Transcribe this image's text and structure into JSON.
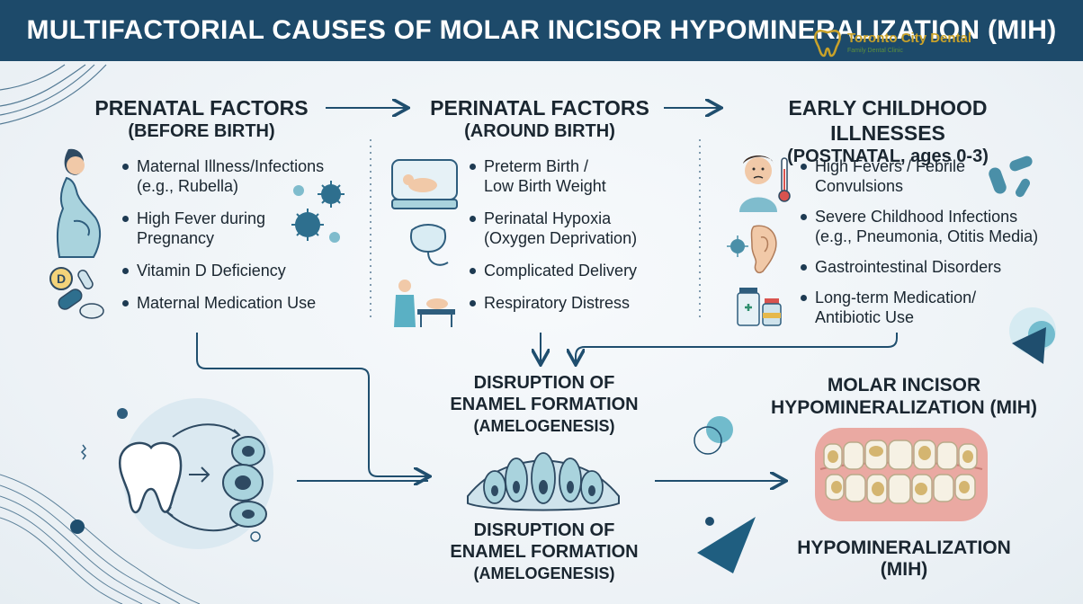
{
  "title": "MULTIFACTORIAL CAUSES OF MOLAR INCISOR HYPOMINERALIZATION (MIH)",
  "watermark": {
    "name": "Toronto City Dental",
    "tagline": "Family Dental Clinic"
  },
  "columns": [
    {
      "heading": "PRENATAL FACTORS",
      "subheading": "(BEFORE BIRTH)",
      "items": [
        [
          "Maternal Illness/Infections",
          "(e.g., Rubella)"
        ],
        [
          "High Fever during",
          "Pregnancy"
        ],
        [
          "Vitamin D Deficiency",
          ""
        ],
        [
          "Maternal Medication Use",
          ""
        ]
      ]
    },
    {
      "heading": "PERINATAL FACTORS",
      "subheading": "(AROUND BIRTH)",
      "items": [
        [
          "Preterm Birth /",
          "Low Birth Weight"
        ],
        [
          "Perinatal Hypoxia",
          "(Oxygen Deprivation)"
        ],
        [
          "Complicated Delivery",
          ""
        ],
        [
          "Respiratory Distress",
          ""
        ]
      ]
    },
    {
      "heading": "EARLY CHILDHOOD ILLNESSES",
      "subheading": "(POSTNATAL, ages 0-3)",
      "items": [
        [
          "High Fevers / Febrile",
          "Convulsions"
        ],
        [
          "Severe Childhood Infections",
          "(e.g., Pneumonia, Otitis Media)"
        ],
        [
          "Gastrointestinal Disorders",
          ""
        ],
        [
          "Long-term Medication/",
          "Antibiotic Use"
        ]
      ]
    }
  ],
  "vitamin_label": "D",
  "center": {
    "top_lines": [
      "DISRUPTION OF",
      "ENAMEL FORMATION",
      "(AMELOGENESIS)"
    ],
    "bottom_lines": [
      "DISRUPTION OF",
      "ENAMEL FORMATION",
      "(AMELOGENESIS)"
    ]
  },
  "result": {
    "top_lines": [
      "MOLAR INCISOR",
      "HYPOMINERALIZATION (MIH)"
    ],
    "bottom_lines": [
      "HYPOMINERALIZATION",
      "(MIH)"
    ]
  },
  "icons": [
    "pregnant-woman-icon",
    "virus-icon",
    "vitamin-d-pills-icon",
    "incubator-baby-icon",
    "oxygen-mask-icon",
    "delivery-doctor-icon",
    "sick-child-icon",
    "thermometer-icon",
    "bacteria-icon",
    "ear-icon",
    "medicine-bottles-icon",
    "tooth-cell-cycle-icon",
    "ameloblast-cells-icon",
    "mih-teeth-icon"
  ],
  "colors": {
    "header": "#1d4a6a",
    "accent": "#2a5e80",
    "teal": "#5ab0c4",
    "text": "#1a2630"
  }
}
